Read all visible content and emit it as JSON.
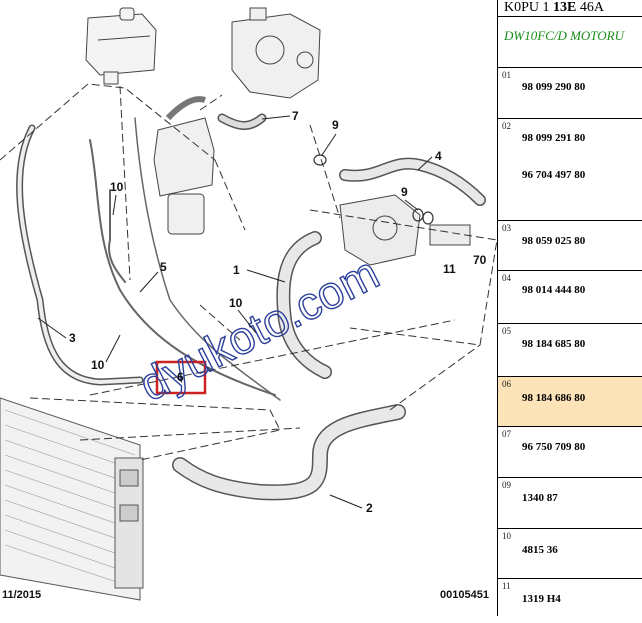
{
  "header": {
    "code_pre": "K0PU 1 ",
    "code_bold": "13E",
    "code_post": " 46A",
    "engine": "DW10FC/D MOTORU"
  },
  "diagram": {
    "callouts": [
      "1",
      "2",
      "3",
      "4",
      "5",
      "6",
      "7",
      "9",
      "9",
      "10",
      "10",
      "10",
      "11",
      "70"
    ],
    "date": "11/2015",
    "ref_number": "00105451",
    "watermark": "dyukoto.com",
    "highlight_color": "#cc2222"
  },
  "parts": [
    {
      "idx": "01",
      "refs": [
        "98 099 290 80"
      ]
    },
    {
      "idx": "02",
      "refs": [
        "98 099 291 80",
        "96 704 497 80"
      ]
    },
    {
      "idx": "03",
      "refs": [
        "98 059 025 80"
      ]
    },
    {
      "idx": "04",
      "refs": [
        "98 014 444 80"
      ]
    },
    {
      "idx": "05",
      "refs": [
        "98 184 685 80"
      ]
    },
    {
      "idx": "06",
      "refs": [
        "98 184 686 80"
      ],
      "highlighted": true
    },
    {
      "idx": "07",
      "refs": [
        "96 750 709 80"
      ]
    },
    {
      "idx": "09",
      "refs": [
        "1340 87"
      ]
    },
    {
      "idx": "10",
      "refs": [
        "4815 36"
      ]
    },
    {
      "idx": "11",
      "refs": [
        "1319 H4"
      ]
    }
  ],
  "colors": {
    "engine_text": "#1a8d1a",
    "highlight_row": "#fde3b8",
    "watermark": "#2b3f9c"
  }
}
